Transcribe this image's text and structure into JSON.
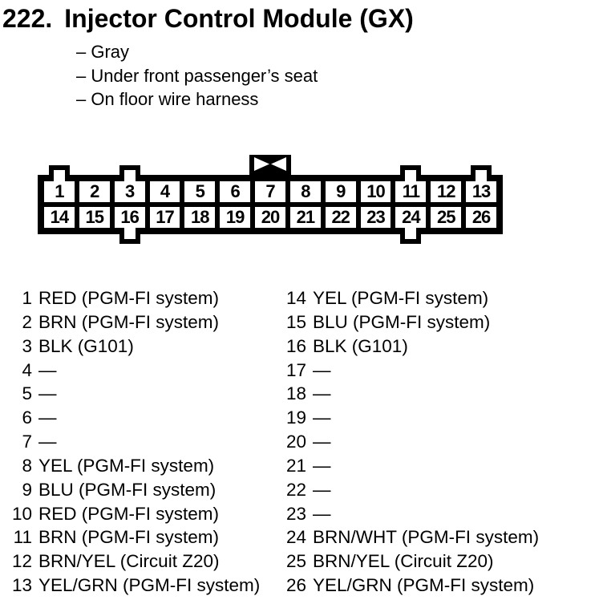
{
  "header": {
    "section_number": "222.",
    "title": "Injector Control Module (GX)"
  },
  "notes": [
    "– Gray",
    "– Under front passenger’s seat",
    "– On floor wire harness"
  ],
  "connector": {
    "top_row_pins": [
      "1",
      "2",
      "3",
      "4",
      "5",
      "6",
      "7",
      "8",
      "9",
      "10",
      "11",
      "12",
      "13"
    ],
    "bottom_row_pins": [
      "14",
      "15",
      "16",
      "17",
      "18",
      "19",
      "20",
      "21",
      "22",
      "23",
      "24",
      "25",
      "26"
    ],
    "top_tabs_over_pins": [
      "1",
      "3",
      "11",
      "13"
    ],
    "keyway_over_pin": "7",
    "bottom_tabs_under_pins": [
      "16",
      "24"
    ]
  },
  "pin_table": {
    "left_column": [
      {
        "pin": "1",
        "wire": "RED (PGM-FI system)"
      },
      {
        "pin": "2",
        "wire": "BRN (PGM-FI system)"
      },
      {
        "pin": "3",
        "wire": "BLK (G101)"
      },
      {
        "pin": "4",
        "wire": "—"
      },
      {
        "pin": "5",
        "wire": "—"
      },
      {
        "pin": "6",
        "wire": "—"
      },
      {
        "pin": "7",
        "wire": "—"
      },
      {
        "pin": "8",
        "wire": "YEL (PGM-FI system)"
      },
      {
        "pin": "9",
        "wire": "BLU (PGM-FI system)"
      },
      {
        "pin": "10",
        "wire": "RED (PGM-FI system)"
      },
      {
        "pin": "11",
        "wire": "BRN (PGM-FI system)"
      },
      {
        "pin": "12",
        "wire": "BRN/YEL (Circuit Z20)"
      },
      {
        "pin": "13",
        "wire": "YEL/GRN (PGM-FI system)"
      }
    ],
    "right_column": [
      {
        "pin": "14",
        "wire": "YEL (PGM-FI system)"
      },
      {
        "pin": "15",
        "wire": "BLU (PGM-FI system)"
      },
      {
        "pin": "16",
        "wire": "BLK (G101)"
      },
      {
        "pin": "17",
        "wire": "—"
      },
      {
        "pin": "18",
        "wire": "—"
      },
      {
        "pin": "19",
        "wire": "—"
      },
      {
        "pin": "20",
        "wire": "—"
      },
      {
        "pin": "21",
        "wire": "—"
      },
      {
        "pin": "22",
        "wire": "—"
      },
      {
        "pin": "23",
        "wire": "—"
      },
      {
        "pin": "24",
        "wire": "BRN/WHT (PGM-FI system)"
      },
      {
        "pin": "25",
        "wire": "BRN/YEL (Circuit Z20)"
      },
      {
        "pin": "26",
        "wire": "YEL/GRN (PGM-FI system)"
      }
    ]
  },
  "colors": {
    "ink": "#000000",
    "paper": "#ffffff"
  }
}
